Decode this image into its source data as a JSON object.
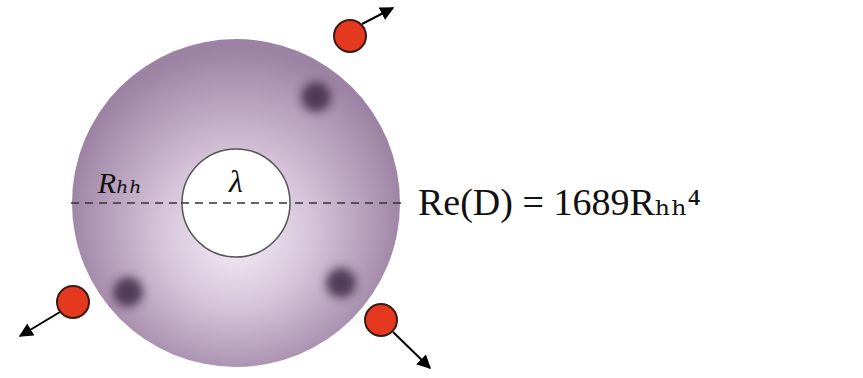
{
  "diagram": {
    "nodes": [
      {
        "text": [
          "Rₕₕ"
        ]
      },
      {
        "text": [
          "λ"
        ],
        "in": 0
      }
    ],
    "labels": [
      "Re(D) = 1689Rₕₕ⁴"
    ]
  }
}
